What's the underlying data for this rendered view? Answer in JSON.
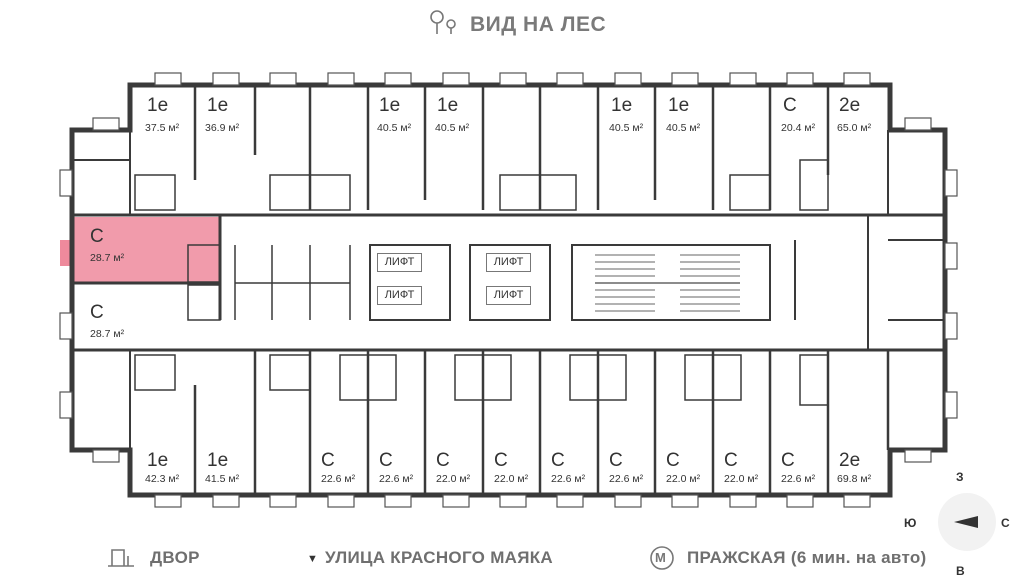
{
  "header": {
    "view_label": "ВИД НА ЛЕС",
    "view_icon": "tree-icon"
  },
  "units_top": [
    {
      "type": "1e",
      "area": "37.5 м²"
    },
    {
      "type": "1e",
      "area": "36.9 м²"
    },
    {
      "type": "1e",
      "area": "40.5 м²"
    },
    {
      "type": "1e",
      "area": "40.5 м²"
    },
    {
      "type": "1e",
      "area": "40.5 м²"
    },
    {
      "type": "1e",
      "area": "40.5 м²"
    },
    {
      "type": "С",
      "area": "20.4 м²"
    },
    {
      "type": "2е",
      "area": "65.0 м²"
    }
  ],
  "units_left": [
    {
      "type": "С",
      "area": "28.7 м²",
      "highlighted": true
    },
    {
      "type": "С",
      "area": "28.7 м²",
      "highlighted": false
    }
  ],
  "units_bottom": [
    {
      "type": "1e",
      "area": "42.3 м²"
    },
    {
      "type": "1e",
      "area": "41.5 м²"
    },
    {
      "type": "С",
      "area": "22.6 м²"
    },
    {
      "type": "С",
      "area": "22.6 м²"
    },
    {
      "type": "С",
      "area": "22.0 м²"
    },
    {
      "type": "С",
      "area": "22.0 м²"
    },
    {
      "type": "С",
      "area": "22.6 м²"
    },
    {
      "type": "С",
      "area": "22.6 м²"
    },
    {
      "type": "С",
      "area": "22.0 м²"
    },
    {
      "type": "С",
      "area": "22.0 м²"
    },
    {
      "type": "С",
      "area": "22.6 м²"
    },
    {
      "type": "2е",
      "area": "69.8 м²"
    }
  ],
  "lifts": [
    "ЛИФТ",
    "ЛИФТ",
    "ЛИФТ",
    "ЛИФТ"
  ],
  "footer": {
    "yard_label": "ДВОР",
    "yard_icon": "yard-icon",
    "street_label": "УЛИЦА КРАСНОГО МАЯКА",
    "street_marker": "▼",
    "metro_letter": "М",
    "metro_label": "ПРАЖСКАЯ (6 мин. на авто)"
  },
  "compass": {
    "north": "З",
    "south": "В",
    "west": "Ю",
    "east": "С"
  },
  "colors": {
    "highlight": "#ee8a9c",
    "wall": "#3a3a3a",
    "text": "#333333",
    "muted": "#6f6f6f"
  }
}
